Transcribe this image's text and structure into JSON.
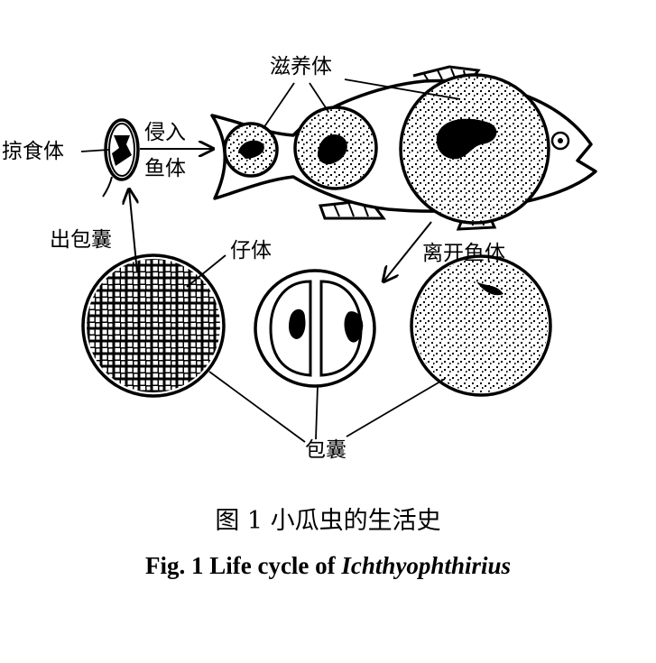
{
  "labels": {
    "trophont": "滋养体",
    "theront": "掠食体",
    "invade_line1": "侵入",
    "invade_line2": "鱼体",
    "excyst": "出包囊",
    "tomite": "仔体",
    "leave_fish": "离开鱼体",
    "cyst": "包囊"
  },
  "caption": {
    "chinese": "图 1   小瓜虫的生活史",
    "english_prefix": "Fig. 1   Life cycle of ",
    "english_genus": "Ichthyophthirius"
  }
}
